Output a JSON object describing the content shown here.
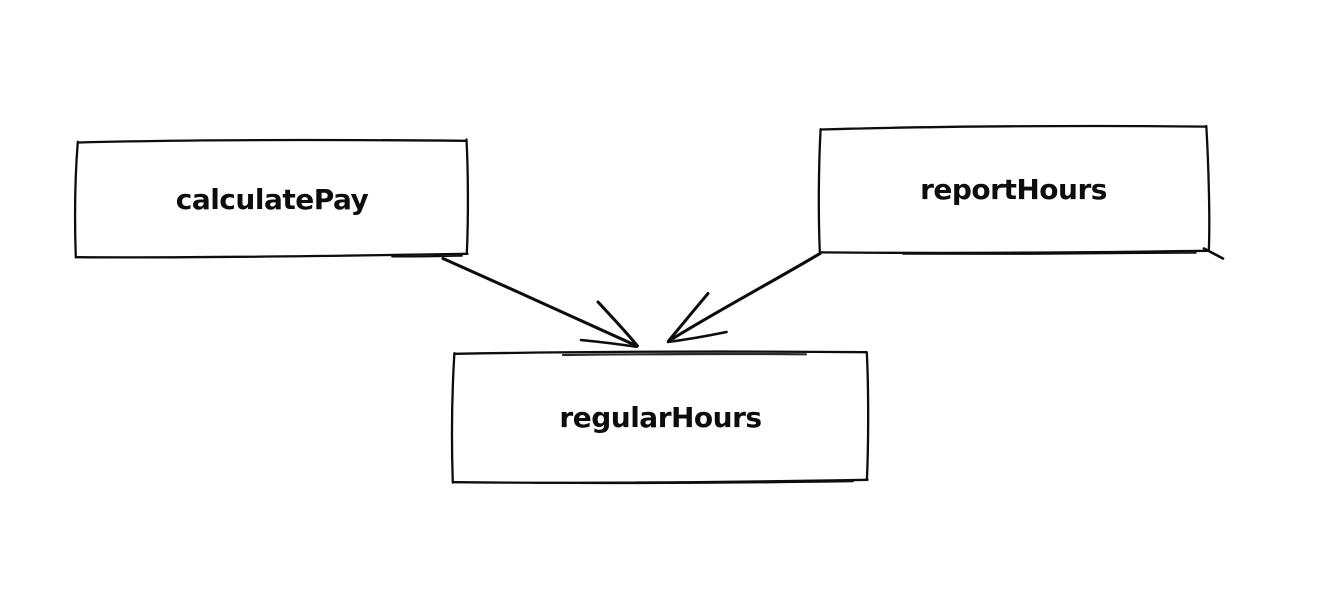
{
  "diagram": {
    "background_color": "#ffffff",
    "stroke_color": "#0d0d0d",
    "style": "hand-drawn-sketch",
    "nodes": [
      {
        "id": "calculatePay",
        "label": "calculatePay",
        "position": "top-left"
      },
      {
        "id": "reportHours",
        "label": "reportHours",
        "position": "top-right"
      },
      {
        "id": "regularHours",
        "label": "regularHours",
        "position": "bottom-center"
      }
    ],
    "edges": [
      {
        "from": "calculatePay",
        "to": "regularHours",
        "arrowhead": "at-regularHours"
      },
      {
        "from": "reportHours",
        "to": "regularHours",
        "arrowhead": "at-regularHours"
      }
    ]
  }
}
